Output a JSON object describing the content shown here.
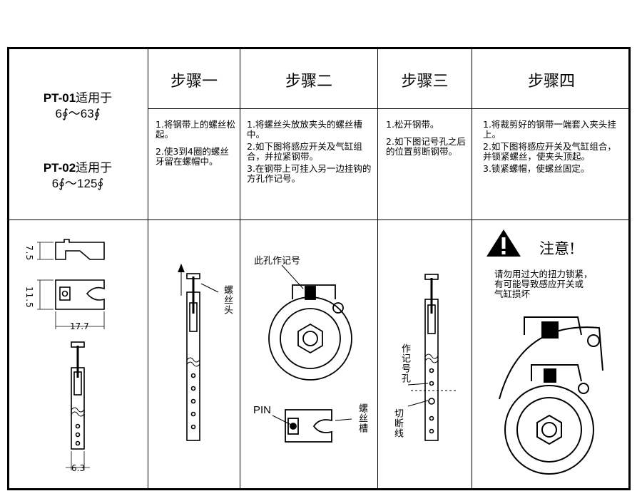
{
  "models": [
    {
      "code": "PT-01",
      "suffix": "适用于",
      "range": "6∮～63∮"
    },
    {
      "code": "PT-02",
      "suffix": "适用于",
      "range": "6∮～125∮"
    }
  ],
  "steps": [
    {
      "title": "步骤一",
      "items": [
        "1.将钢带上的螺丝松起。",
        "2.使3到4圈的螺丝牙留在螺帽中。"
      ]
    },
    {
      "title": "步骤二",
      "items": [
        "1.将螺丝头放放夹头的螺丝槽中。",
        "2.如下图将感应开关及气缸组合，并拉紧钢带。",
        "3.在钢带上可挂入另一边挂钩的方孔作记号。"
      ]
    },
    {
      "title": "步骤三",
      "items": [
        "1.松开钢带。",
        "2.如下图记号孔之后的位置剪断钢带。"
      ]
    },
    {
      "title": "步骤四",
      "items": [
        "1.将裁剪好的钢带一端套入夹头挂上。",
        "2.如下图将感应开关及气缸组合，并锁紧螺丝，使夹头顶起。",
        "3.锁紧螺帽，使螺丝固定。"
      ]
    }
  ],
  "dimensions": {
    "d1": "7.5",
    "d2": "11.5",
    "d3": "17.7",
    "d4": "6.3"
  },
  "labels": {
    "screw_head": "螺丝头",
    "mark_hole": "此孔作记号",
    "pin": "PIN",
    "screw_slot": "螺丝槽",
    "mark_hole2": "作记号孔",
    "cut_line": "切断线"
  },
  "warning": {
    "title": "注意!",
    "text": [
      "请勿用过大的扭力锁紧，",
      "有可能导致感应开关或",
      "气缸损坏"
    ]
  }
}
